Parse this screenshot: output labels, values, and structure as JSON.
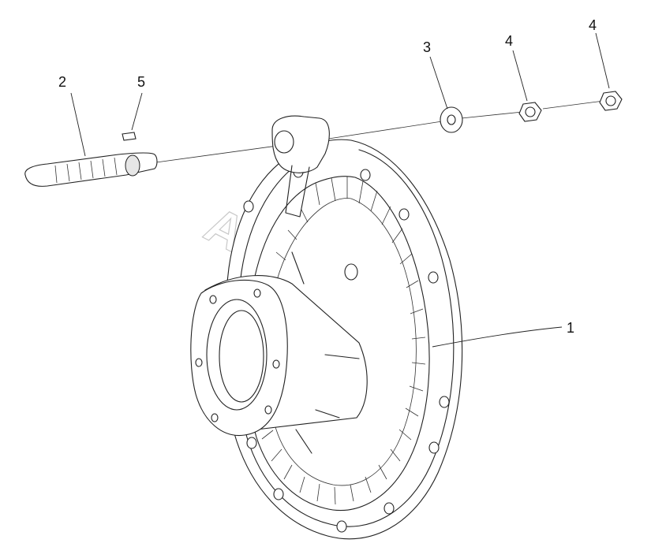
{
  "watermark": "AutoSoft",
  "callouts": [
    {
      "id": "1",
      "label": "1"
    },
    {
      "id": "2",
      "label": "2"
    },
    {
      "id": "3",
      "label": "3"
    },
    {
      "id": "4a",
      "label": "4"
    },
    {
      "id": "4b",
      "label": "4"
    },
    {
      "id": "5",
      "label": "5"
    }
  ]
}
